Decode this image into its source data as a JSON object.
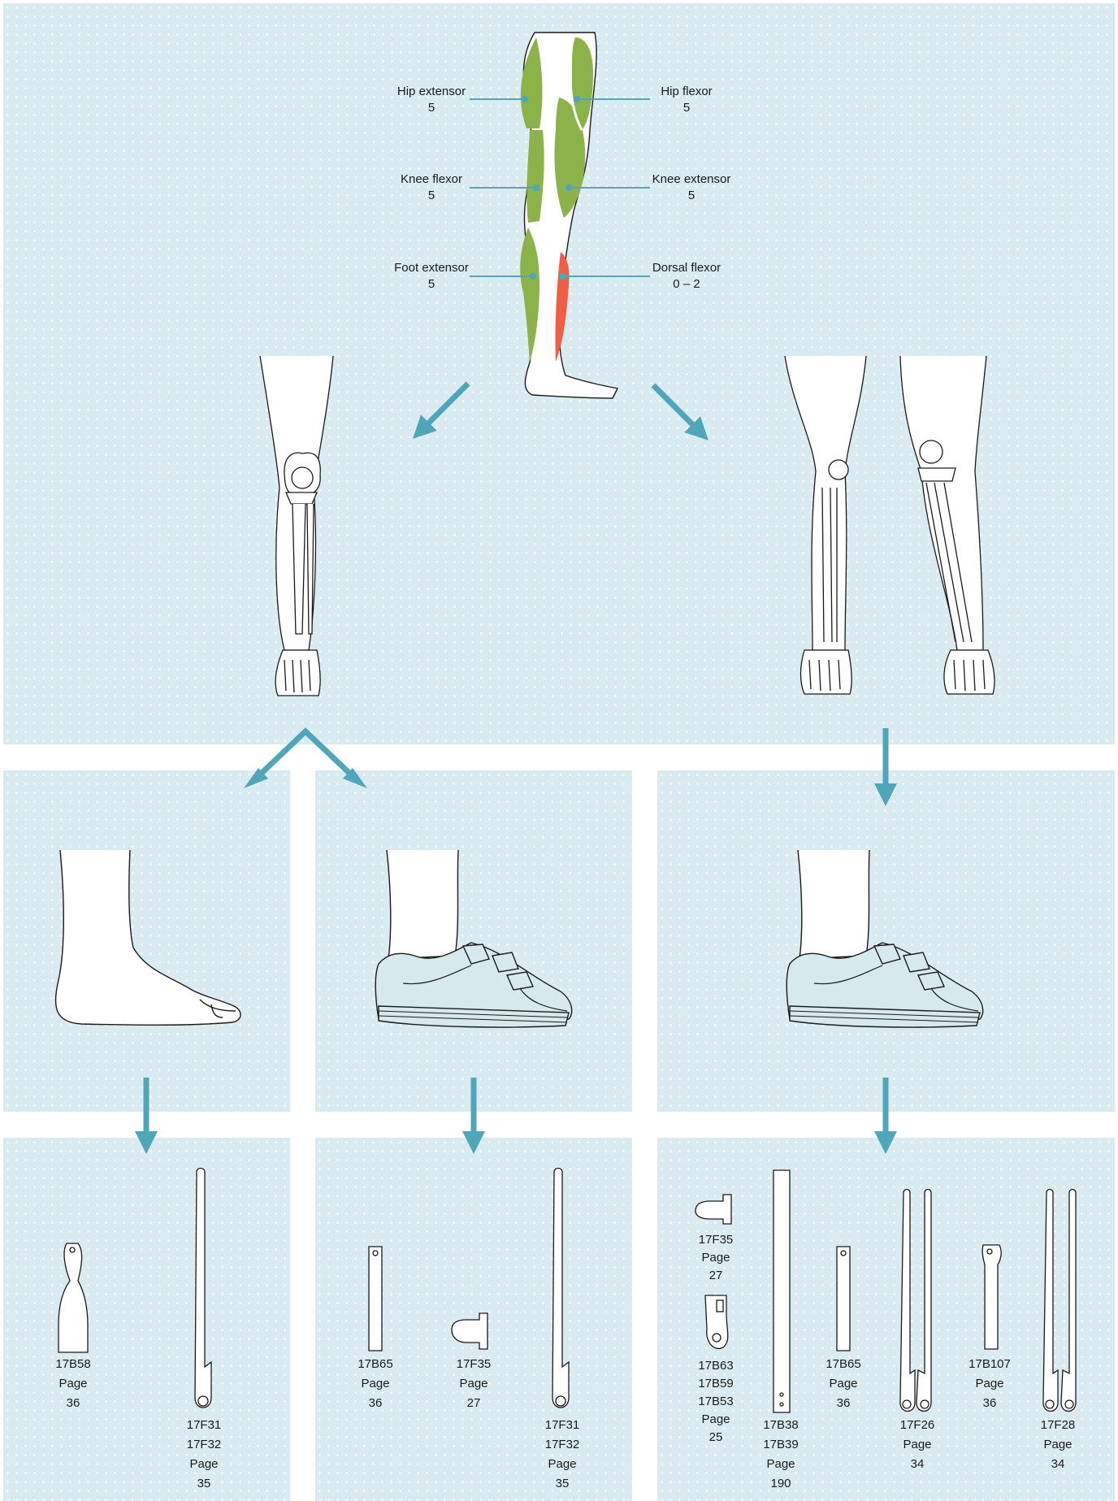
{
  "muscles": [
    {
      "name": "Hip extensor",
      "grade": "5"
    },
    {
      "name": "Hip flexor",
      "grade": "5"
    },
    {
      "name": "Knee flexor",
      "grade": "5"
    },
    {
      "name": "Knee extensor",
      "grade": "5"
    },
    {
      "name": "Foot extensor",
      "grade": "5"
    },
    {
      "name": "Dorsal flexor",
      "grade": "0 – 2"
    }
  ],
  "colors": {
    "panel": "#d9ebf0",
    "arrow": "#4fa6b8",
    "muscle_ok": "#8cb34a",
    "muscle_weak": "#ee5f45",
    "shoe": "#d6e9ed"
  },
  "parts": [
    {
      "codes": [
        "17B58"
      ],
      "page_label": "Page",
      "page": "36"
    },
    {
      "codes": [
        "17F31",
        "17F32"
      ],
      "page_label": "Page",
      "page": "35"
    },
    {
      "codes": [
        "17B65"
      ],
      "page_label": "Page",
      "page": "36"
    },
    {
      "codes": [
        "17F35"
      ],
      "page_label": "Page",
      "page": "27"
    },
    {
      "codes": [
        "17F31",
        "17F32"
      ],
      "page_label": "Page",
      "page": "35"
    },
    {
      "codes": [
        "17F35"
      ],
      "page_label": "Page",
      "page": "27"
    },
    {
      "codes": [
        "17B63",
        "17B59",
        "17B53"
      ],
      "page_label": "Page",
      "page": "25"
    },
    {
      "codes": [
        "17B38",
        "17B39"
      ],
      "page_label": "Page",
      "page": "190"
    },
    {
      "codes": [
        "17B65"
      ],
      "page_label": "Page",
      "page": "36"
    },
    {
      "codes": [
        "17F26"
      ],
      "page_label": "Page",
      "page": "34"
    },
    {
      "codes": [
        "17B107"
      ],
      "page_label": "Page",
      "page": "36"
    },
    {
      "codes": [
        "17F28"
      ],
      "page_label": "Page",
      "page": "34"
    }
  ]
}
